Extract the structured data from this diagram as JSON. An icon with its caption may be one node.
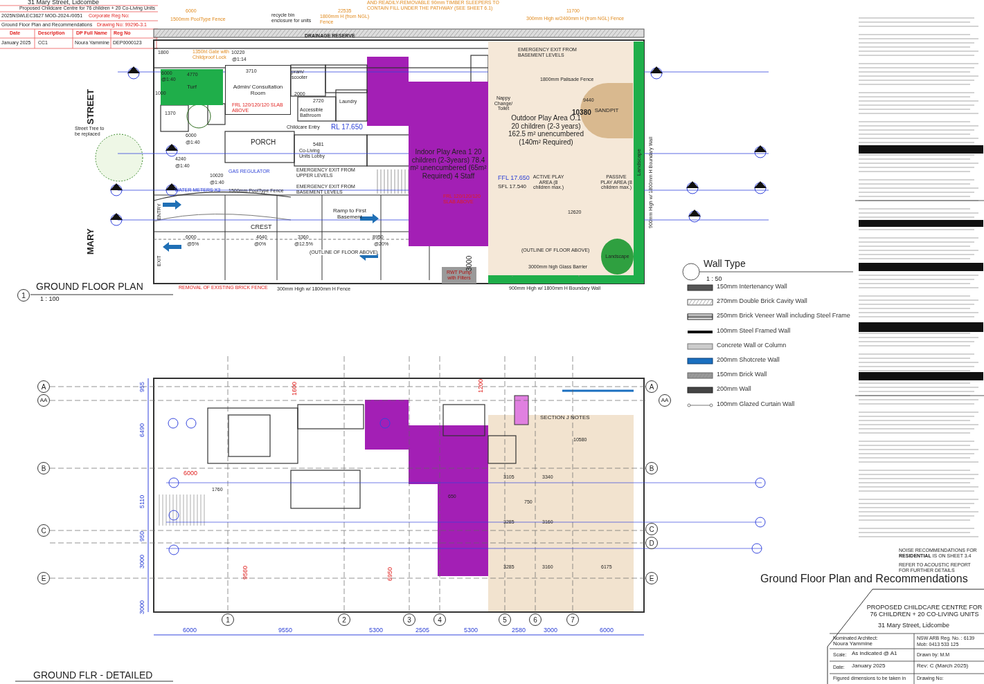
{
  "diagram": {
    "nodes": [
      {
        "text": [
          "Turf"
        ]
      },
      {
        "text": [
          "Admin/ Consultation Room"
        ]
      },
      {
        "text": [
          "Indoor Play Area 1 20 children (2-3years) 78.4 m² unencumbered (65m² Required) 4 Staff"
        ]
      },
      {
        "text": [
          "Outdoor Play Area O.1 20 children (2-3 years) 162.5 m² unencumbered (140m² Required)"
        ]
      },
      {
        "text": [
          "SANDPIT"
        ],
        "in": 3
      },
      {
        "text": [
          "Landscape"
        ]
      },
      {
        "text": [
          "Landscape"
        ],
        "in": 3
      },
      {
        "text": [
          "RWT Pump with Filters"
        ]
      }
    ],
    "labels": [
      "31 Mary Street, Lidcombe",
      "Proposed Childcare Centre for 76 children + 20 Co-Living Units",
      "2025NSWLEC3627 MOD-2024-/0051",
      "Corporate Reg No:",
      "Ground Floor Plan and Recommendations",
      "Drawing No: 99296-3.1",
      "Date",
      "Description",
      "DP Full Name",
      "Reg No",
      "January 2025",
      "CC1",
      "Noura Yammine",
      "DEP0000123",
      "AND READILY-REMOVABLE 90mm TIMBER SLEEPERS TO CONTAIN FILL UNDER THE PATHWAY (SEE SHEET 6.1)",
      "6000",
      "22535",
      "11700",
      "1500mm PoolType Fence",
      "1800mm H (from NGL) Fence",
      "300mm High w/2400mm H (from NGL) Fence",
      "recycle bin enclosure for units",
      "DRAINAGE RESERVE",
      "1350ht Gate with Childproof Lock",
      "10220",
      "@1:14",
      "1800",
      "6000",
      "@1:40",
      "4770",
      "3710",
      "pram/ scooter",
      "2000",
      "2720",
      "Accessible Bathroom",
      "Laundry",
      "1370",
      "1000",
      "Childcare Entry",
      "RL 17.650",
      "6000",
      "@1:40",
      "PORCH",
      "5481",
      "Co-Living Units Lobby",
      "4240",
      "@1:40",
      "GAS REGULATOR",
      "EMERGENCY EXIT FROM UPPER LEVELS",
      "10020",
      "@1:40",
      "WATER METERS X3",
      "1500mm PoolType Fence",
      "EMERGENCY EXIT FROM BASEMENT LEVELS",
      "ENTRY",
      "Ramp to First Basement",
      "CREST",
      "6000",
      "@5%",
      "4640",
      "@0%",
      "3360",
      "@12.5%",
      "8950",
      "@20%",
      "(OUTLINE OF FLOOR ABOVE)",
      "EXIT",
      "STREET",
      "MARY",
      "Street Tree to be replaced",
      "FRL 120/120/120 SLAB ABOVE",
      "EMERGENCY EXIT FROM BASEMENT LEVELS",
      "1800mm Palisade Fence",
      "9440",
      "10380",
      "Nappy Change/ Toilet",
      "FFL 17.650",
      "SFL 17.540",
      "ACTIVE PLAY AREA (8 children max.)",
      "PASSIVE PLAY AREA (8 children max.)",
      "12620",
      "FRL 120/120/120 SLAB ABOVE",
      "3000",
      "(OUTLINE OF FLOOR ABOVE)",
      "3000mm high Glass Barrier",
      "GROUND FLOOR PLAN",
      "1 : 100",
      "1",
      "REMOVAL OF EXISTING BRICK FENCE",
      "300mm High w/ 1800mm H Fence",
      "900mm High w/ 1800mm H Boundary Wall",
      "900mm High w/ 1800mm H Boundary Wall",
      "Wall Type",
      "1 : 50",
      "A",
      "AA",
      "B",
      "C",
      "E",
      "A",
      "AA",
      "B",
      "C",
      "D",
      "E",
      "1",
      "2",
      "3",
      "4",
      "5",
      "6",
      "7",
      "6000",
      "9550",
      "5300",
      "2505",
      "5300",
      "2580",
      "3000",
      "6000",
      "955",
      "6490",
      "5110",
      "950",
      "3000",
      "3000",
      "6000",
      "1760",
      "1600",
      "1200",
      "9560",
      "6950",
      "SECTION J NOTES",
      "10580",
      "3105",
      "3340",
      "3285",
      "3160",
      "3285",
      "3160",
      "6175",
      "650",
      "750",
      "GROUND FLR - DETAILED",
      "Ground Floor Plan and Recommendations",
      "NOISE RECOMMENDATIONS FOR **RESIDENTIAL** IS ON SHEET 3.4",
      "REFER TO ACOUSTIC REPORT FOR FURTHER DETAILS",
      "PROPOSED CHILDCARE CENTRE FOR 76 CHILDREN + 20 CO-LIVING UNITS",
      "31 Mary Street, Lidcombe",
      "Nominated Architect:",
      "Noura Yammine",
      "NSW ARB Reg. No. : 6139",
      "Mob: 0413 533 125",
      "Scale:",
      "As indicated @ A1",
      "Drawn by: M.M",
      "Date:",
      "January 2025",
      "Rev: C (March 2025)",
      "Figured dimensions to be taken in",
      "Drawing No:"
    ],
    "legend": [
      {
        "text": "150mm Intertenancy Wall"
      },
      {
        "text": "270mm Double Brick Cavity Wall"
      },
      {
        "text": "250mm Brick Veneer Wall including Steel Frame"
      },
      {
        "text": "100mm Steel Framed Wall"
      },
      {
        "text": "Concrete Wall or Column"
      },
      {
        "text": "200mm Shotcrete Wall"
      },
      {
        "text": "150mm Brick Wall"
      },
      {
        "text": "200mm Wall"
      },
      {
        "text": "100mm Glazed Curtain Wall"
      }
    ]
  }
}
